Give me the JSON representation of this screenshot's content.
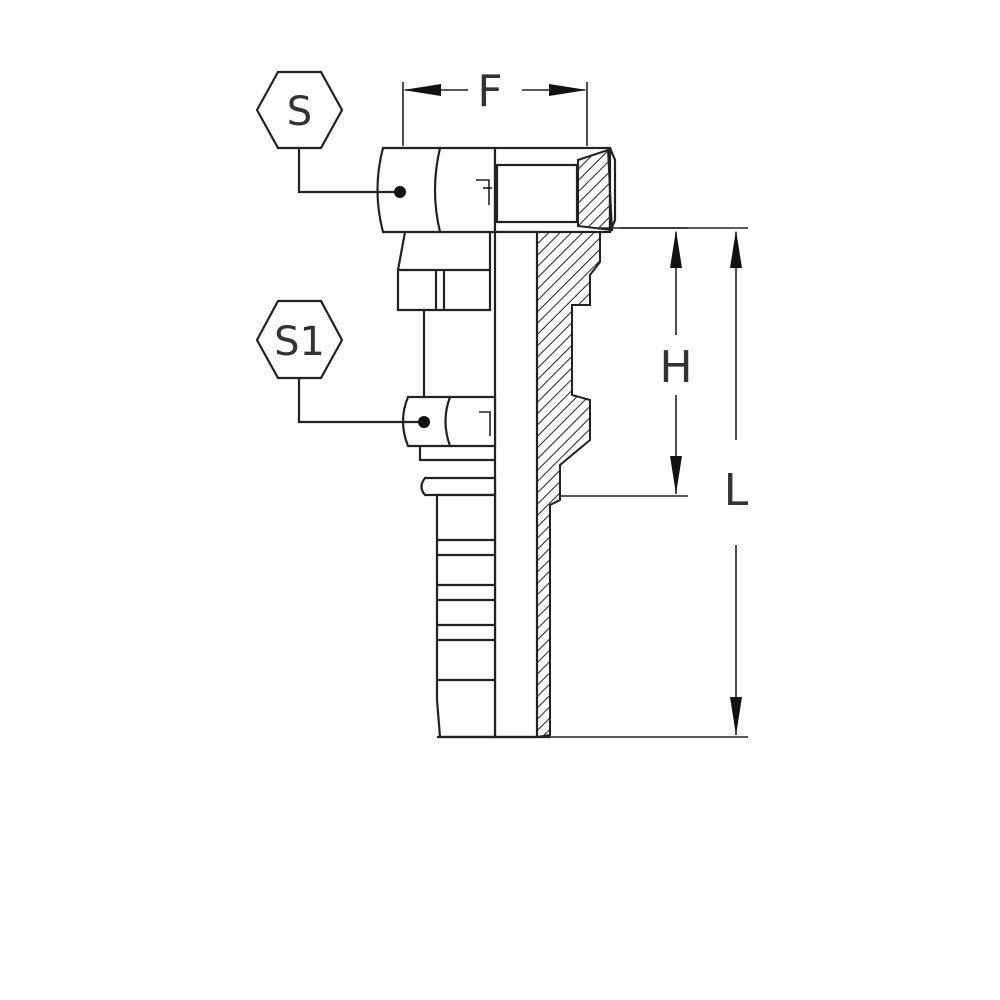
{
  "diagram": {
    "callouts": {
      "nut_hex": "S",
      "ferrule_hex": "S1"
    },
    "dimensions": {
      "width": "F",
      "height": "H",
      "length": "L"
    },
    "colors": {
      "line": "#222222",
      "background": "#ffffff"
    }
  }
}
